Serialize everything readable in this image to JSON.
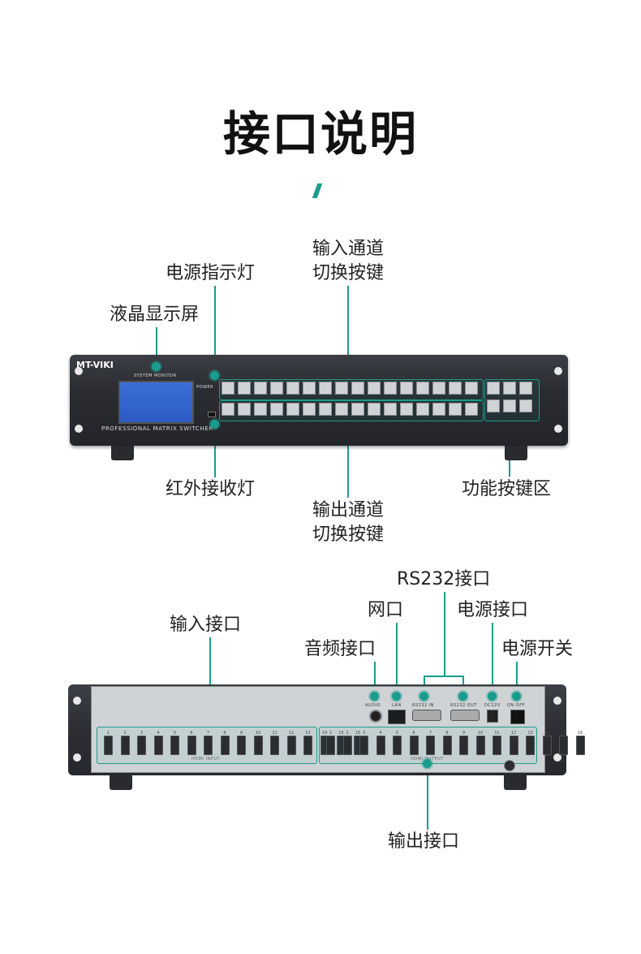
{
  "title": "接口说明",
  "front_labels": {
    "input_keys": [
      "输入通道",
      "切换按键"
    ],
    "power_led": "电源指示灯",
    "lcd": "液晶显示屏",
    "ir_led": "红外接收灯",
    "output_keys": [
      "输出通道",
      "切换按键"
    ],
    "function_keys": "功能按键区"
  },
  "front_panel": {
    "brand": "MT-VIKI",
    "system_monitor": "SYSTEM MONITOR",
    "power": "POWER",
    "professional": "PROFESSIONAL MATRIX SWITCHER"
  },
  "rear_labels": {
    "rs232": "RS232接口",
    "lan": "网口",
    "power_port": "电源接口",
    "input_ports": "输入接口",
    "power_switch": "电源开关",
    "audio": "音频接口",
    "output_ports": "输出接口"
  },
  "rear_panel": {
    "audio": "AUDIO",
    "lan": "LAN",
    "rs232_in": "RS232 IN",
    "rs232_out": "RS232 OUT",
    "dc12v": "DC12V",
    "on_off": "ON  OFF",
    "hdmi_input": "HDMI INPUT",
    "hdmi_output": "HDMI OUTPUT",
    "port_numbers": [
      "1",
      "2",
      "3",
      "4",
      "5",
      "6",
      "7",
      "8",
      "9",
      "10",
      "11",
      "12",
      "13",
      "14",
      "15",
      "16"
    ]
  },
  "accent_color": "#1a9c8c"
}
